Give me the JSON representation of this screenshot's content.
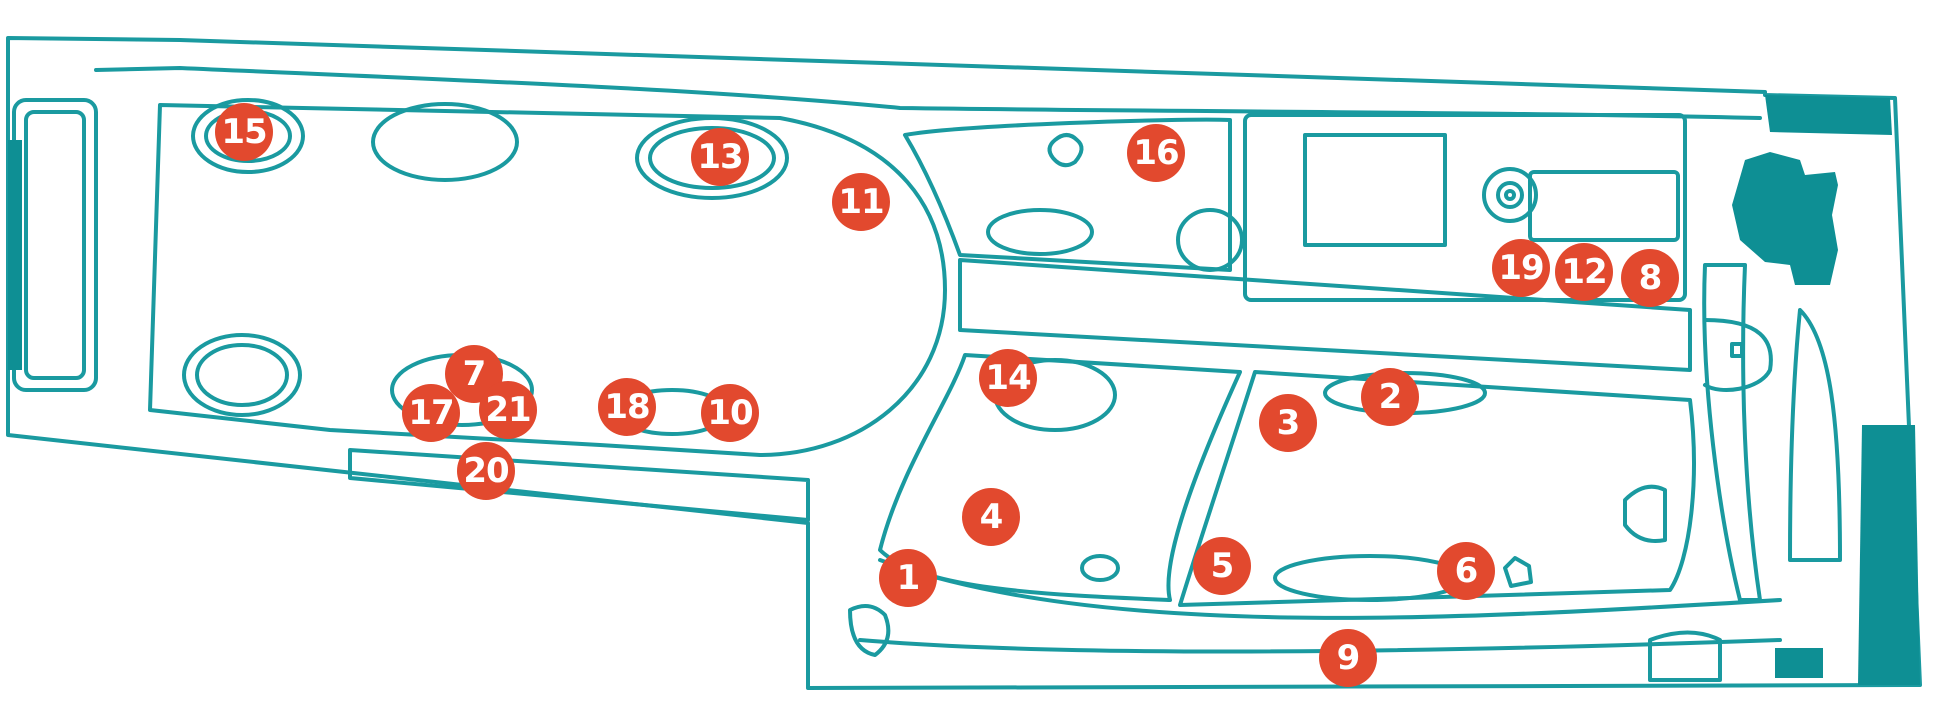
{
  "colors": {
    "line": "#1a9aa0",
    "fill": "#0e8f94",
    "marker": "#e2492e",
    "marker_text": "#ffffff"
  },
  "markers": [
    {
      "label": "1"
    },
    {
      "label": "2"
    },
    {
      "label": "3"
    },
    {
      "label": "4"
    },
    {
      "label": "5"
    },
    {
      "label": "6"
    },
    {
      "label": "7"
    },
    {
      "label": "8"
    },
    {
      "label": "9"
    },
    {
      "label": "10"
    },
    {
      "label": "11"
    },
    {
      "label": "12"
    },
    {
      "label": "13"
    },
    {
      "label": "14"
    },
    {
      "label": "15"
    },
    {
      "label": "16"
    },
    {
      "label": "17"
    },
    {
      "label": "18"
    },
    {
      "label": "19"
    },
    {
      "label": "20"
    },
    {
      "label": "21"
    }
  ]
}
